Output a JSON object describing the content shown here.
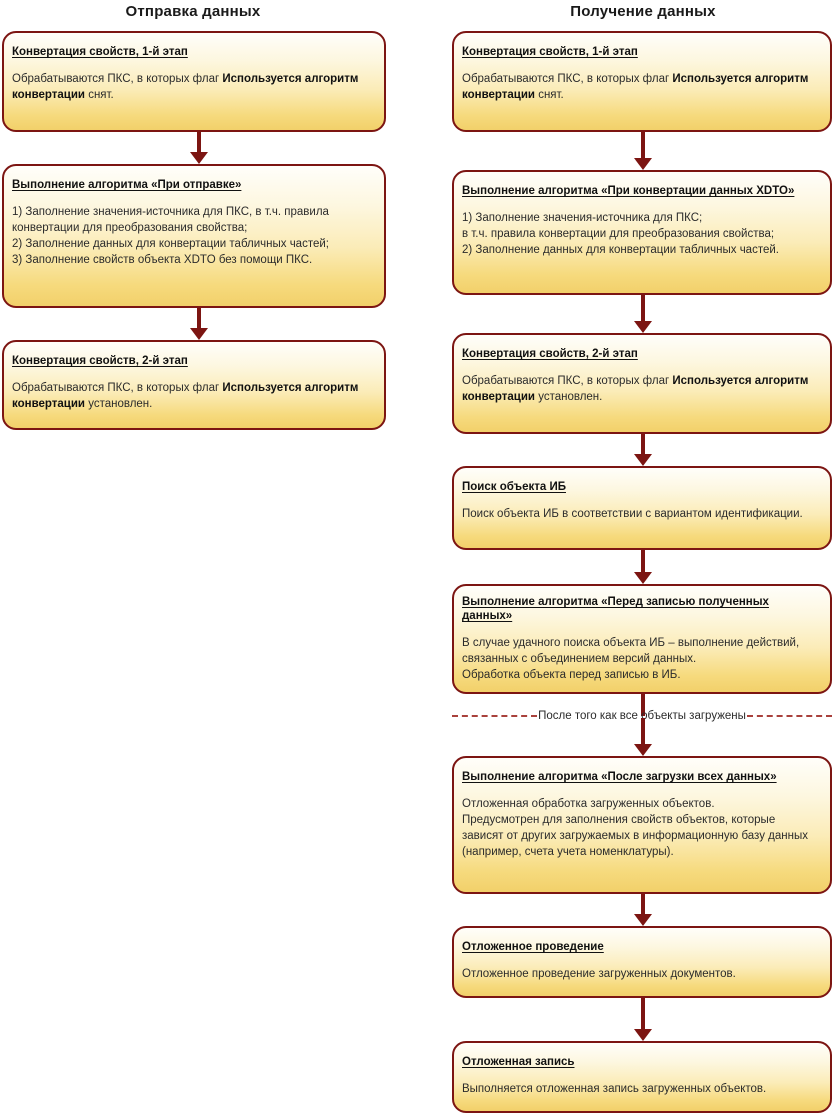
{
  "columns": {
    "left_title": "Отправка данных",
    "right_title": "Получение данных"
  },
  "colors": {
    "border": "#7c1512",
    "fill_top": "#fffefa",
    "fill_bottom": "#f2d06a",
    "arrow": "#7c1512",
    "dashed_line": "#a9413c",
    "text": "#111111"
  },
  "send_flow": {
    "nodes": [
      {
        "title": "Конвертация свойств, 1-й этап",
        "lines": [
          [
            {
              "t": "Обрабатываются ПКС, в которых флаг ",
              "b": false
            },
            {
              "t": "Используется алгоритм",
              "b": true
            }
          ],
          [
            {
              "t": "конвертации",
              "b": true
            },
            {
              "t": " снят.",
              "b": false
            }
          ]
        ]
      },
      {
        "title": "Выполнение алгоритма «При отправке»",
        "lines": [
          [
            {
              "t": "1) Заполнение значения-источника для ПКС, в т.ч. правила",
              "b": false
            }
          ],
          [
            {
              "t": "конвертации для преобразования свойства;",
              "b": false
            }
          ],
          [
            {
              "t": "2) Заполнение данных для конвертации табличных частей;",
              "b": false
            }
          ],
          [
            {
              "t": "3) Заполнение свойств объекта XDTO без помощи ПКС.",
              "b": false
            }
          ]
        ]
      },
      {
        "title": "Конвертация свойств, 2-й этап",
        "lines": [
          [
            {
              "t": "Обрабатываются ПКС, в которых флаг ",
              "b": false
            },
            {
              "t": "Используется алгоритм",
              "b": true
            }
          ],
          [
            {
              "t": "конвертации",
              "b": true
            },
            {
              "t": " установлен.",
              "b": false
            }
          ]
        ]
      }
    ]
  },
  "receive_flow": {
    "separator_label": "После того как все объекты загружены",
    "nodes": [
      {
        "title": "Конвертация свойств, 1-й этап",
        "lines": [
          [
            {
              "t": "Обрабатываются ПКС, в которых флаг ",
              "b": false
            },
            {
              "t": "Используется алгоритм",
              "b": true
            }
          ],
          [
            {
              "t": "конвертации",
              "b": true
            },
            {
              "t": " снят.",
              "b": false
            }
          ]
        ]
      },
      {
        "title": "Выполнение алгоритма «При конвертации данных XDTO»",
        "lines": [
          [
            {
              "t": "1) Заполнение значения-источника для ПКС;",
              "b": false
            }
          ],
          [
            {
              "t": "в т.ч. правила конвертации для преобразования свойства;",
              "b": false
            }
          ],
          [
            {
              "t": "2) Заполнение данных для конвертации табличных частей.",
              "b": false
            }
          ]
        ]
      },
      {
        "title": "Конвертация свойств, 2-й этап",
        "lines": [
          [
            {
              "t": "Обрабатываются ПКС, в которых флаг ",
              "b": false
            },
            {
              "t": "Используется алгоритм",
              "b": true
            }
          ],
          [
            {
              "t": "конвертации",
              "b": true
            },
            {
              "t": " установлен.",
              "b": false
            }
          ]
        ]
      },
      {
        "title": "Поиск объекта ИБ",
        "lines": [
          [
            {
              "t": "Поиск объекта ИБ в соответствии с вариантом идентификации.",
              "b": false
            }
          ]
        ]
      },
      {
        "title": "Выполнение алгоритма «Перед записью полученных данных»",
        "lines": [
          [
            {
              "t": "В случае удачного поиска объекта ИБ – выполнение действий,",
              "b": false
            }
          ],
          [
            {
              "t": "связанных с объединением версий данных.",
              "b": false
            }
          ],
          [
            {
              "t": "Обработка объекта перед записью в ИБ.",
              "b": false
            }
          ]
        ]
      },
      {
        "title": "Выполнение алгоритма «После загрузки всех данных»",
        "lines": [
          [
            {
              "t": "Отложенная обработка загруженных объектов.",
              "b": false
            }
          ],
          [
            {
              "t": "Предусмотрен для заполнения свойств объектов, которые",
              "b": false
            }
          ],
          [
            {
              "t": "зависят от других загружаемых в информационную базу данных",
              "b": false
            }
          ],
          [
            {
              "t": "(например, счета учета номенклатуры).",
              "b": false
            }
          ]
        ]
      },
      {
        "title": "Отложенное проведение",
        "lines": [
          [
            {
              "t": "Отложенное проведение загруженных документов.",
              "b": false
            }
          ]
        ]
      },
      {
        "title": "Отложенная запись",
        "lines": [
          [
            {
              "t": "Выполняется отложенная запись загруженных объектов.",
              "b": false
            }
          ]
        ]
      }
    ]
  }
}
